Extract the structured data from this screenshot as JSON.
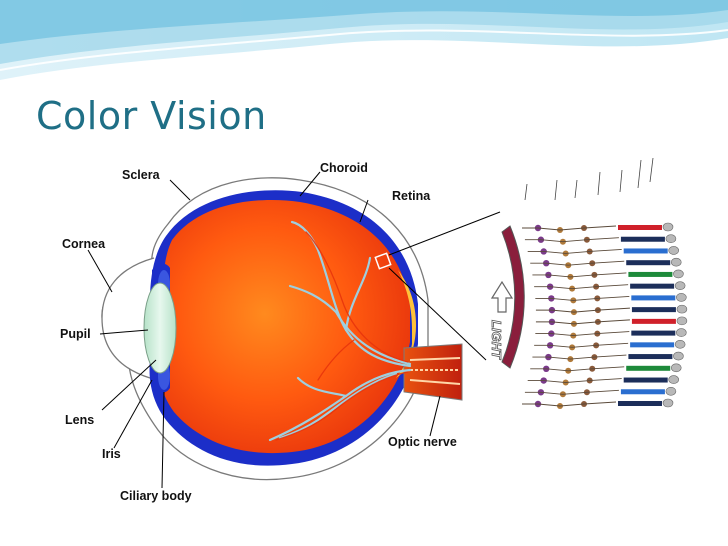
{
  "slide": {
    "title": "Color Vision"
  },
  "diagram": {
    "eye_labels": {
      "sclera": "Sclera",
      "choroid": "Choroid",
      "retina": "Retina",
      "cornea": "Cornea",
      "pupil": "Pupil",
      "lens": "Lens",
      "iris": "Iris",
      "ciliary_body": "Ciliary body",
      "optic_nerve": "Optic nerve"
    },
    "inset": {
      "light_label": "LIGHT"
    },
    "colors": {
      "title": "#1f6f86",
      "eyeball": "#ff5a10",
      "choroid": "#1c2ec8",
      "sclera": "#ffffff",
      "vessels": "#9ecfdf",
      "lens": "#cfeedd",
      "banner": "#8fd0e8"
    }
  }
}
